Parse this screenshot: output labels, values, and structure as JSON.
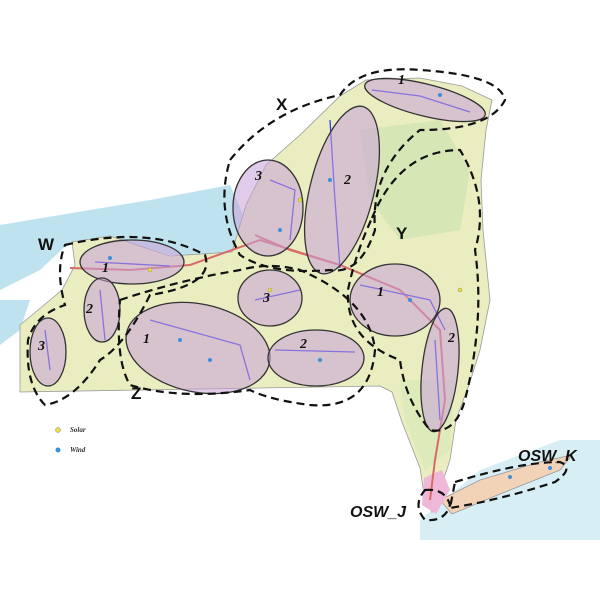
{
  "map": {
    "zones": [
      {
        "name": "W",
        "clusters": [
          "1",
          "2",
          "3"
        ]
      },
      {
        "name": "X",
        "clusters": [
          "1",
          "2",
          "3"
        ]
      },
      {
        "name": "Y",
        "clusters": [
          "1",
          "2"
        ]
      },
      {
        "name": "Z",
        "clusters": [
          "1",
          "2",
          "3"
        ]
      }
    ],
    "offshore": [
      "OSW_K",
      "OSW_J"
    ]
  },
  "legend": {
    "items": [
      {
        "label": "Solar",
        "color": "#e8e040"
      },
      {
        "label": "Wind",
        "color": "#3a8fd8"
      }
    ]
  },
  "colors": {
    "water": "#bfe3ee",
    "land": "#e9edc0",
    "cluster": "#c8a0d8",
    "transmission": "#3a3ae0"
  }
}
